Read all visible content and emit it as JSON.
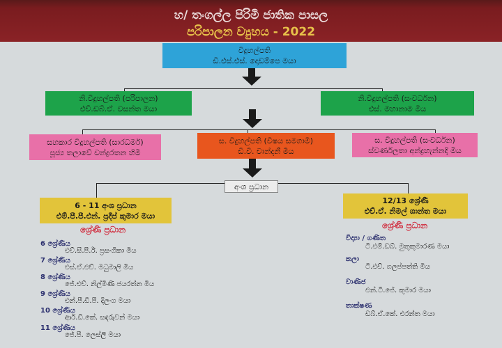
{
  "header": {
    "school": "හ/ තංගල්ල පිරිමි ජාතික පාසල",
    "title": "පරිපාලන ව්‍යුහය - 2022"
  },
  "principal": {
    "role": "විදුහල්පති",
    "name": "ඩී.එස්.එස්. දොඩම්පෙ මයා"
  },
  "deputies": [
    {
      "role": "නි.විදුහල්පති (පරිපාලන)",
      "name": "එච්.ඩබ්.ඒ. වසන්ත මයා"
    },
    {
      "role": "නි.විදුහල්පති (සංවර්ධන)",
      "name": "එස්. මහානාම මිය"
    }
  ],
  "assistants": [
    {
      "role": "සහකාර විදුහල්පති (සාරධර්ම)",
      "name": "පූජ්‍ය තලාවේ චන්ද්‍රරතන හිමි"
    },
    {
      "role": "ස. විදුහල්පති (විෂය සමගාමී)",
      "name": "ඩී.වී. චාන්දනී මිය"
    },
    {
      "role": "ස. විදුහල්පති (සංවර්ධන)",
      "name": "ස්වර්ණලතා අන්ද්‍රහැන්නදි මිය"
    }
  ],
  "section_heads_label": "අංශ ප්‍රධාන",
  "sections": [
    {
      "title": "6 - 11 අංශ ප්‍රධාන",
      "name": "එම්.පී.පී.එන්. ප්‍රදීප් කුමාර මයා",
      "sub": "ශ්‍රේණි ප්‍රධාන",
      "items": [
        {
          "grade": "6 ශ්‍රේණිය",
          "name": "එච්.සී.පී.ඊ. ප්‍රසංගිකා මිය"
        },
        {
          "grade": "7 ශ්‍රේණිය",
          "name": "එස්.ඒ.එච්. මධුමාලි මිය"
        },
        {
          "grade": "8 ශ්‍රේණිය",
          "name": "ජේ.එච්. නිල්මිණි ජයරත්න මිය"
        },
        {
          "grade": "9 ශ්‍රේණිය",
          "name": "එන්.පී.ඩී.පී. දිලංග මයා"
        },
        {
          "grade": "10 ශ්‍රේණිය",
          "name": "ආර්.ඩී.කේ. සඳරුවන් මයා"
        },
        {
          "grade": "11 ශ්‍රේණිය",
          "name": "ජේ.පී. ලෙස්ලි මයා"
        }
      ]
    },
    {
      "title": "12/13 ශ්‍රේණි",
      "name": "එච්.ඒ. නිමල් ශාන්ත මයා",
      "sub": "ශ්‍රේණි ප්‍රධාන",
      "items": [
        {
          "grade": "විද්‍යා / ගණිත",
          "name": "ටී.එම්.ඩබ්. මුතුකුමාරණ මයා"
        },
        {
          "grade": "කලා",
          "name": "ටී.එච්. ගලප්පත්ති මිය"
        },
        {
          "grade": "වාණිජ",
          "name": "එන්.ටී.ජේ. කුමාර මයා"
        },
        {
          "grade": "තාක්ෂණ",
          "name": "ඩබ්.ඒ.කේ. එරන්ත මයා"
        }
      ]
    }
  ],
  "colors": {
    "banner": "#8a2226",
    "blue": "#2ea3d8",
    "green": "#1da34a",
    "pink": "#e870a8",
    "orange": "#e8561e",
    "yellow": "#e2c43a"
  }
}
